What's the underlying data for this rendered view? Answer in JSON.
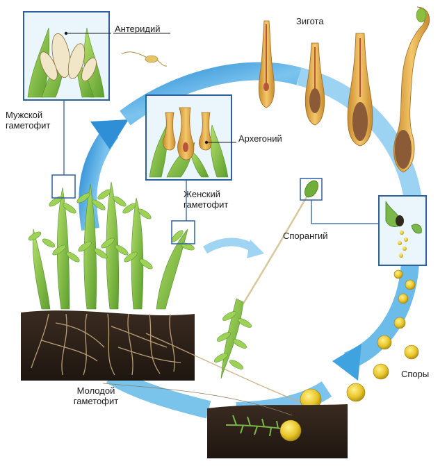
{
  "title": "",
  "labels": {
    "anteridiy": "Антеридий",
    "zigota": "Зигота",
    "muzhskoy_line1": "Мужской",
    "muzhskoy_line2": "гаметофит",
    "arkhegoniy": "Архегоний",
    "zhenskiy_line1": "Женский",
    "zhenskiy_line2": "гаметофит",
    "sporangiy": "Спорангий",
    "spory": "Споры",
    "molodoy_line1": "Молодой",
    "molodoy_line2": "гаметофит"
  },
  "colors": {
    "cycle_arrow": "#3fa3e0",
    "cycle_arrow_light": "#bfe3f7",
    "inset_border": "#2c5f9e",
    "inset_bg": "#eaf6fb",
    "leaf": "#8cc63f",
    "leaf_dark": "#4e8f2a",
    "soil": "#2b2018",
    "roots": "#c9ad7f",
    "spore": "#e8c52a",
    "zygote_body": "#e0a84a",
    "zygote_core": "#b5553a"
  },
  "stages": [
    "antheridium",
    "zygote",
    "male-gametophyte",
    "archegonium",
    "female-gametophyte",
    "sporangium",
    "spores",
    "young-gametophyte"
  ]
}
